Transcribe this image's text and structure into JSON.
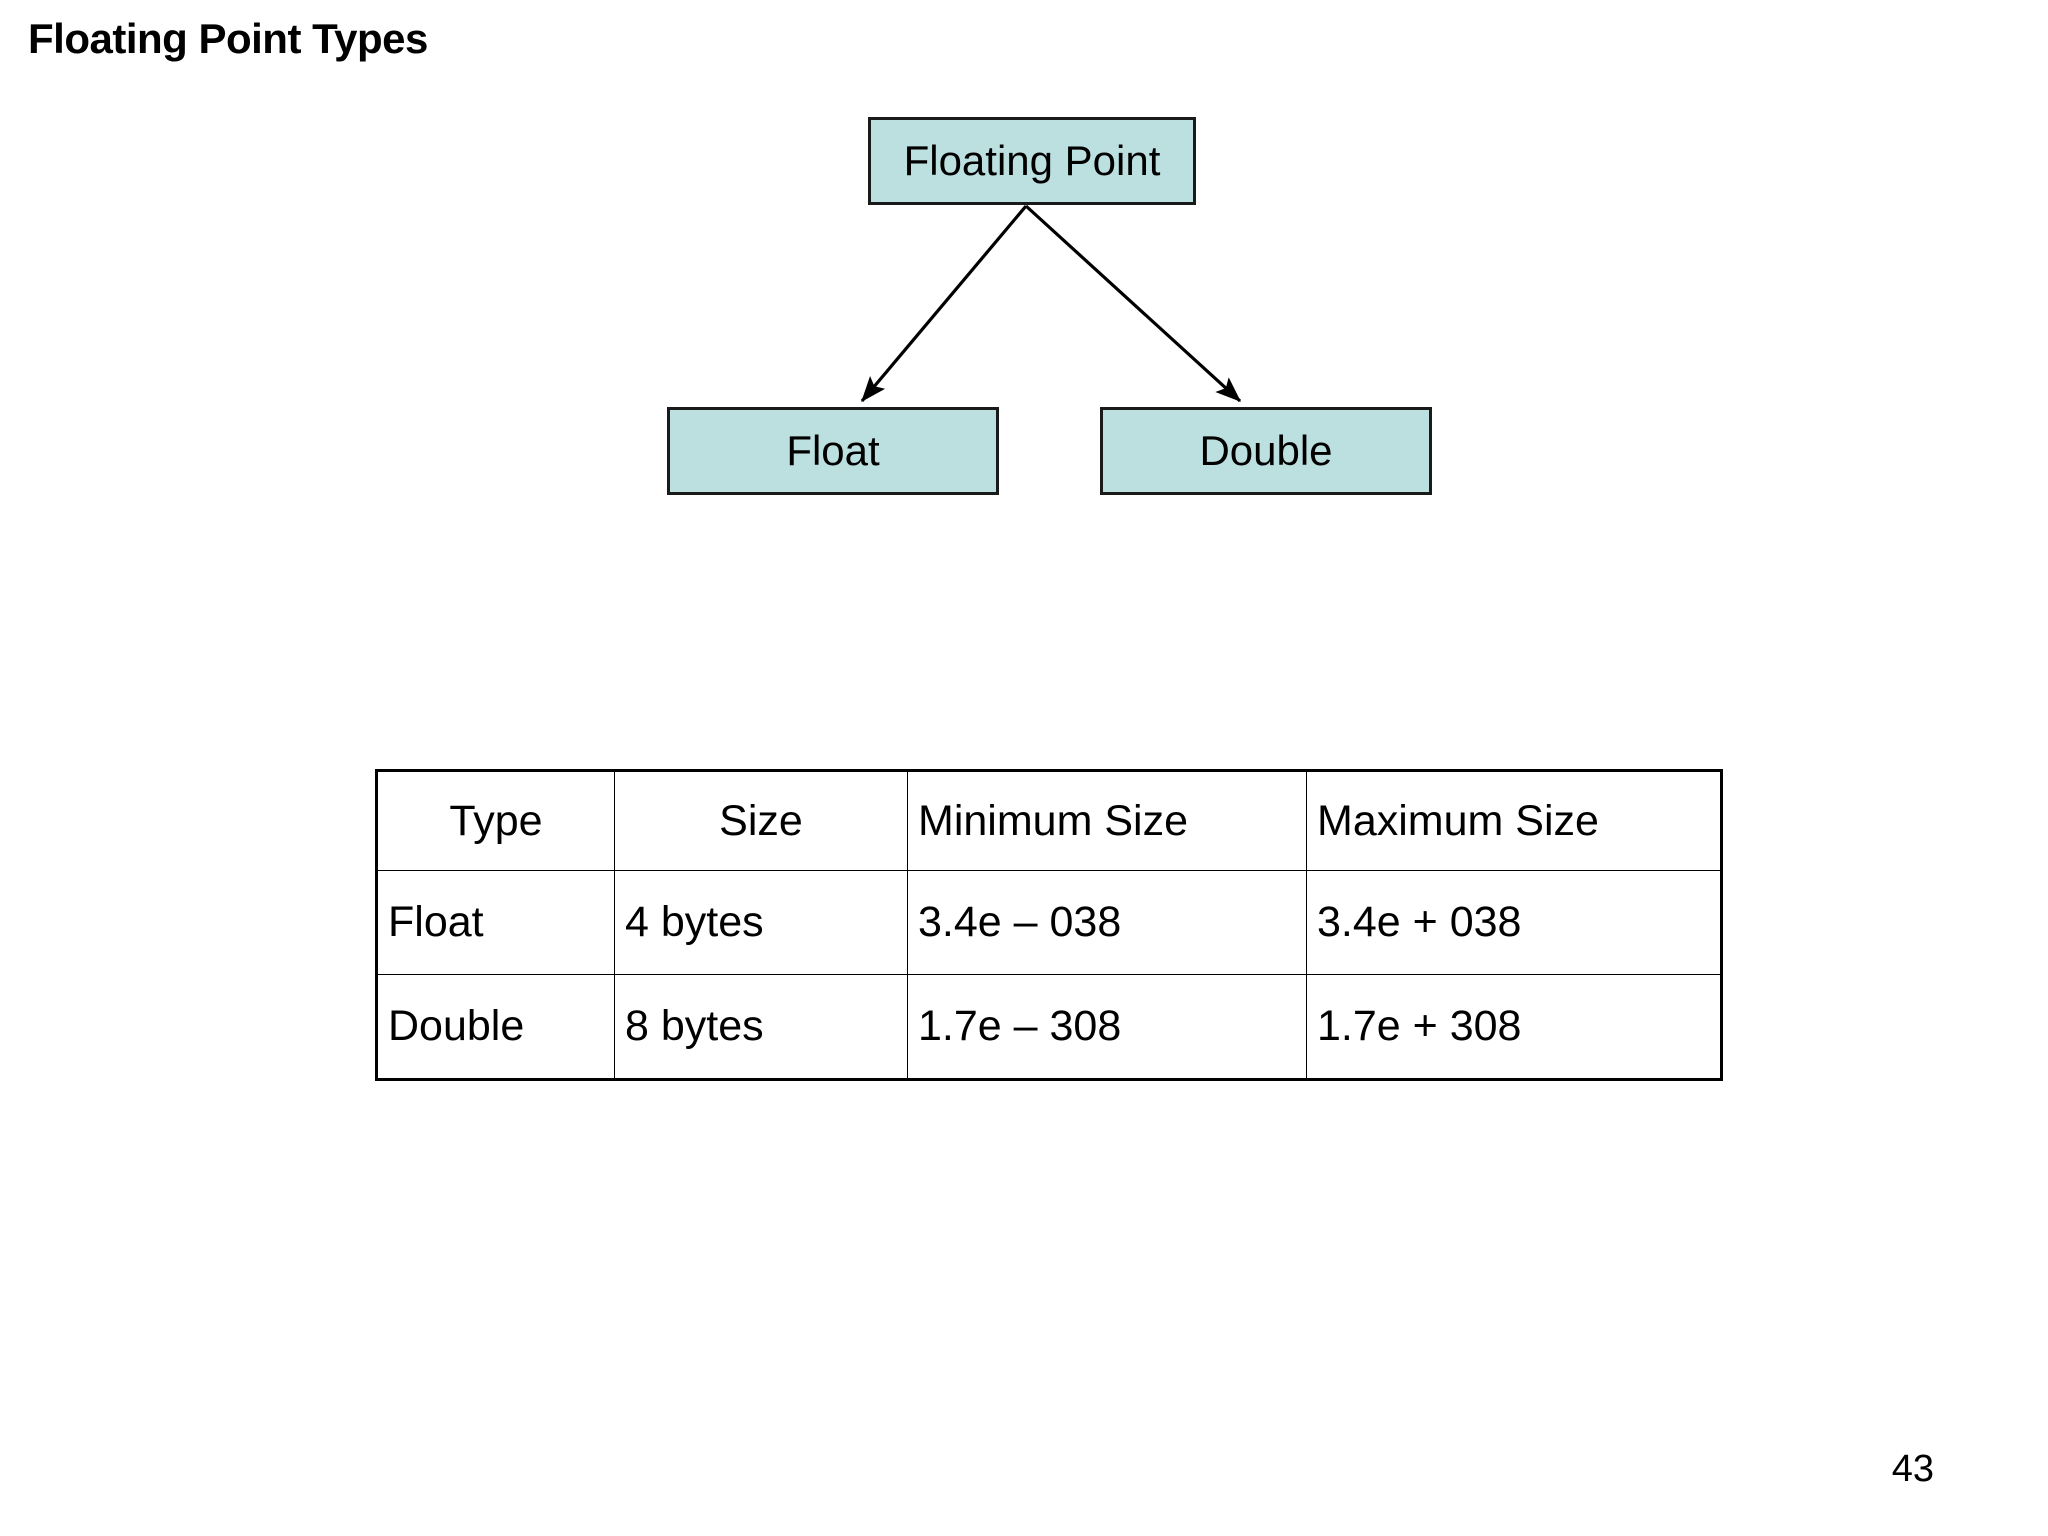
{
  "slide": {
    "title": "Floating Point Types",
    "page_number": "43"
  },
  "diagram": {
    "type": "hierarchy",
    "node_fill_color": "#bcdfe0",
    "node_border_color": "#1a1a1a",
    "root": {
      "label": "Floating Point"
    },
    "children": [
      {
        "label": "Float"
      },
      {
        "label": "Double"
      }
    ]
  },
  "table": {
    "headers": [
      "Type",
      "Size",
      "Minimum Size",
      "Maximum Size"
    ],
    "rows": [
      {
        "type": "Float",
        "size": "4 bytes",
        "minimum_size": "3.4e – 038",
        "maximum_size": "3.4e + 038"
      },
      {
        "type": "Double",
        "size": "8 bytes",
        "minimum_size": "1.7e – 308",
        "maximum_size": "1.7e + 308"
      }
    ]
  }
}
